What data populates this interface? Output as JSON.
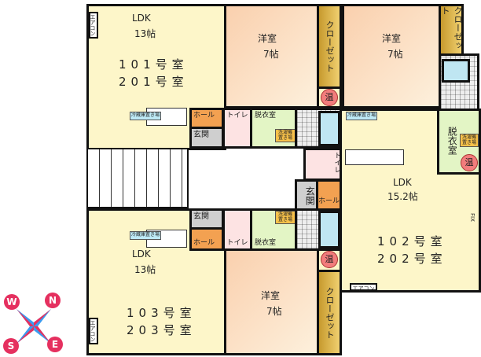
{
  "units": {
    "u101": {
      "type": "LDK",
      "size": "13帖",
      "rooms": [
        "101号室",
        "201号室"
      ]
    },
    "u102": {
      "type": "LDK",
      "size": "15.2帖",
      "rooms": [
        "102号室",
        "202号室"
      ]
    },
    "u103": {
      "type": "LDK",
      "size": "13帖",
      "rooms": [
        "103号室",
        "203号室"
      ]
    }
  },
  "labels": {
    "western": "洋室",
    "western_size": "7帖",
    "closet": "クローゼット",
    "dressing": "脱衣室",
    "toilet": "トイレ",
    "hall": "ホール",
    "entrance": "玄関",
    "washer": "洗濯機置き場",
    "fridge": "冷蔵庫置き場",
    "aircon": "エアコン",
    "water_heater": "温",
    "fix": "FIX"
  },
  "compass": {
    "n": "N",
    "s": "S",
    "e": "E",
    "w": "W"
  },
  "colors": {
    "ldk": "#fdf6c9",
    "closet": "#c79a2e",
    "dressing": "#e3f5c5",
    "toilet": "#fde3e3",
    "hall": "#f3a151",
    "entrance": "#cfcfcf",
    "compass_red": "#e5305f",
    "compass_blue": "#3b9bf0"
  }
}
